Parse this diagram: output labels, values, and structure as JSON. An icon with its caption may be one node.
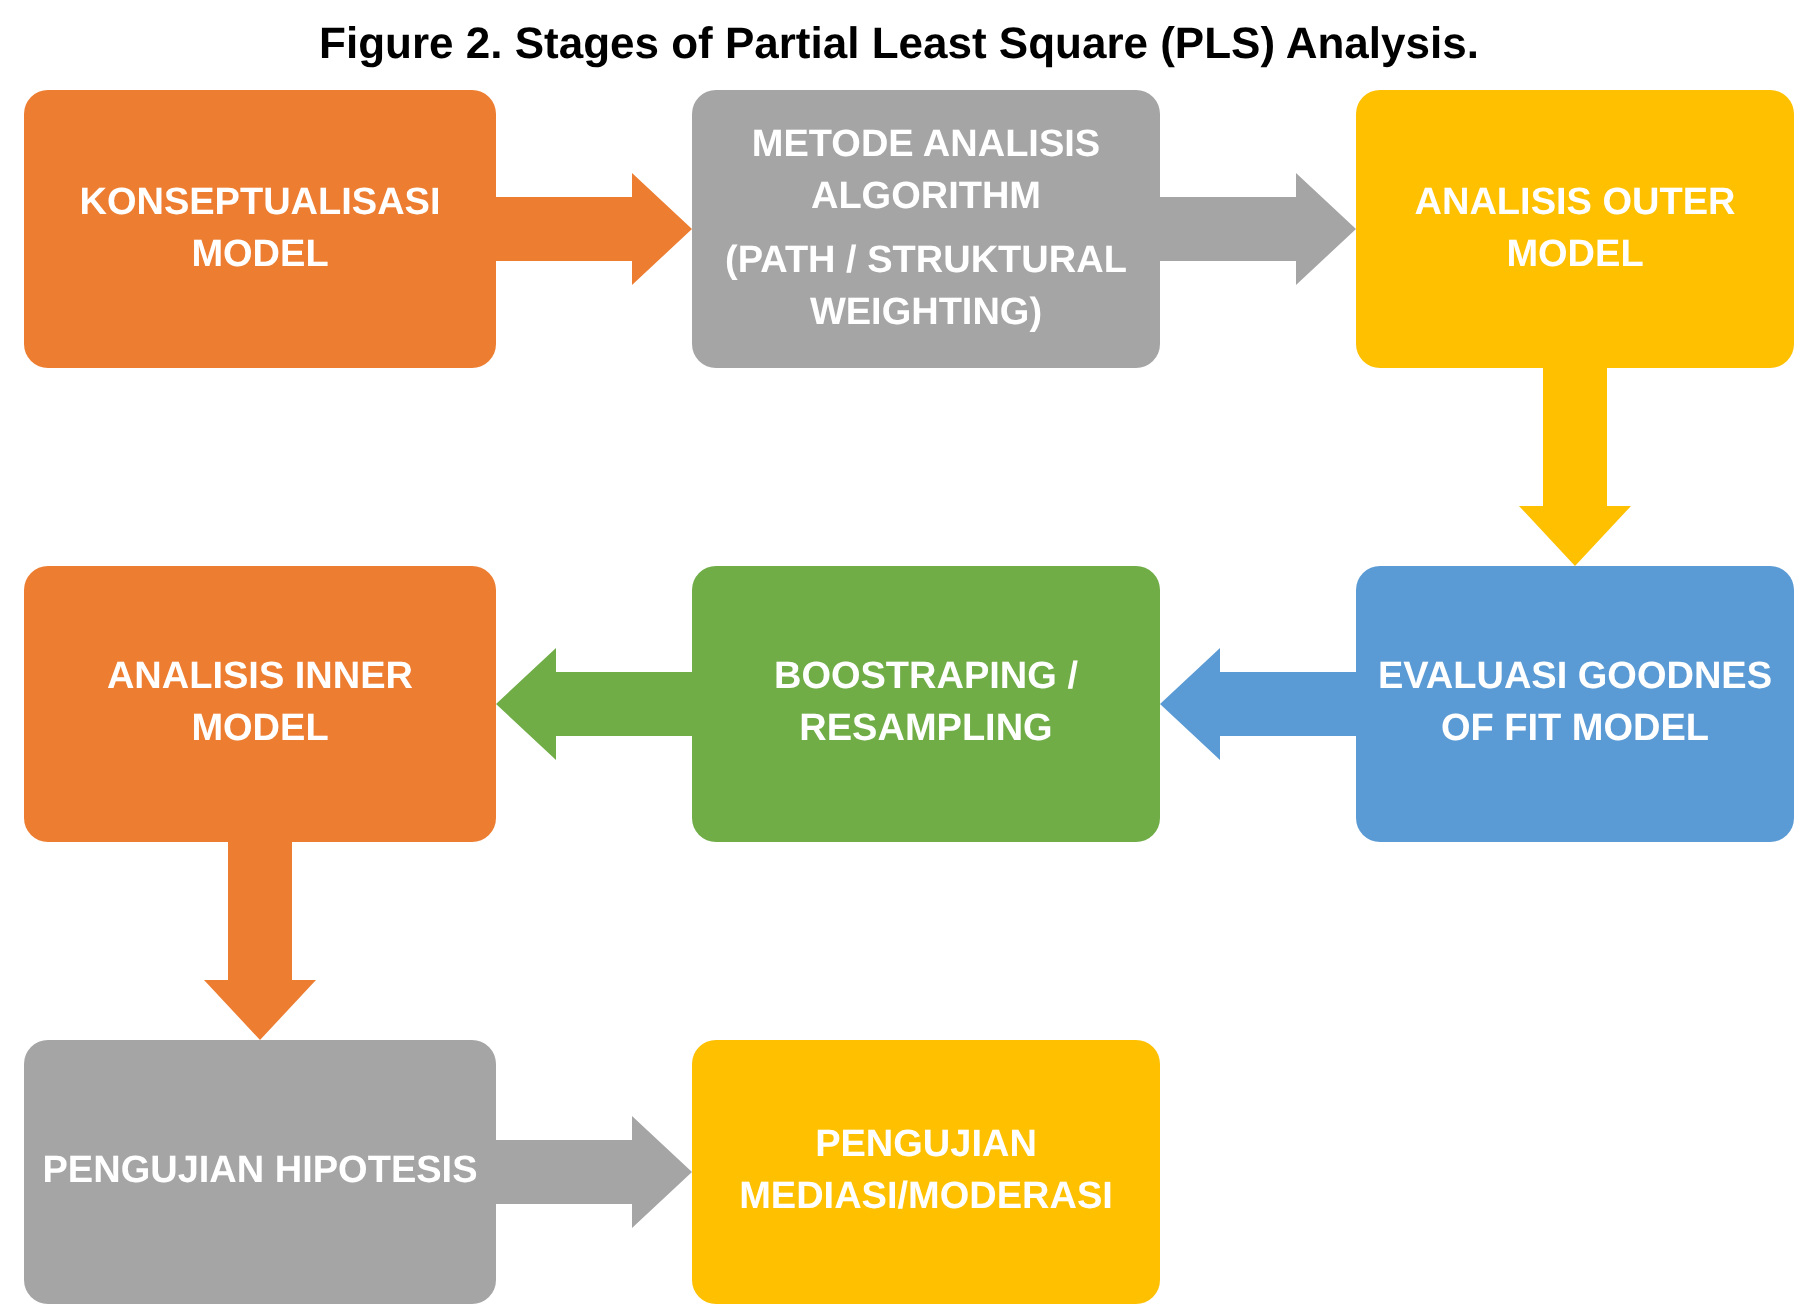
{
  "diagram": {
    "title": "Figure 2. Stages of Partial Least Square (PLS) Analysis.",
    "nodes": [
      {
        "text": [
          "KONSEPTUALISASI MODEL"
        ]
      },
      {
        "text": [
          "METODE ANALISIS ALGORITHM",
          "(PATH / STRUKTURAL WEIGHTING)"
        ]
      },
      {
        "text": [
          "ANALISIS OUTER MODEL"
        ]
      },
      {
        "text": [
          "ANALISIS INNER MODEL"
        ]
      },
      {
        "text": [
          "BOOSTRAPING / RESAMPLING"
        ]
      },
      {
        "text": [
          "EVALUASI GOODNES OF FIT MODEL"
        ]
      },
      {
        "text": [
          "PENGUJIAN HIPOTESIS"
        ]
      },
      {
        "text": [
          "PENGUJIAN MEDIASI/MODERASI"
        ]
      }
    ],
    "edges": [
      {
        "from": 0,
        "to": 1,
        "arrow": "to",
        "color": "#ed7d31"
      },
      {
        "from": 1,
        "to": 2,
        "arrow": "to",
        "color": "#a5a5a5"
      },
      {
        "from": 2,
        "to": 5,
        "arrow": "to",
        "color": "#ffc000"
      },
      {
        "from": 5,
        "to": 4,
        "arrow": "to",
        "color": "#5b9bd5"
      },
      {
        "from": 4,
        "to": 3,
        "arrow": "to",
        "color": "#70ad47"
      },
      {
        "from": 3,
        "to": 6,
        "arrow": "to",
        "color": "#ed7d31"
      },
      {
        "from": 6,
        "to": 7,
        "arrow": "to",
        "color": "#a5a5a5"
      }
    ]
  }
}
